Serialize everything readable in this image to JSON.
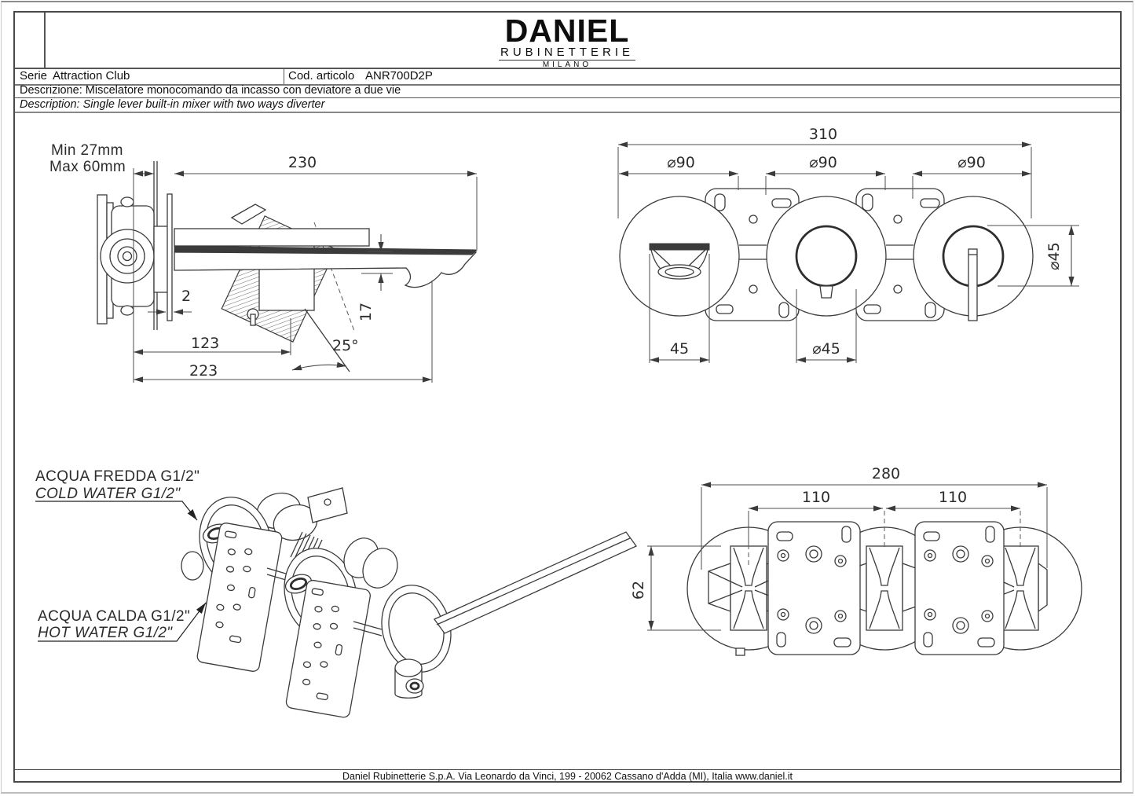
{
  "document": {
    "brand": {
      "name": "DANIEL",
      "sub": "RUBINETTERIE",
      "city": "MILANO"
    },
    "title_block": {
      "serie_label": "Serie",
      "serie_value": "Attraction Club",
      "code_label": "Cod. articolo",
      "code_value": "ANR700D2P",
      "descrizione": "Descrizione: Miscelatore monocomando da incasso con deviatore a due vie",
      "description": "Description: Single lever built-in mixer with two ways diverter"
    },
    "footer": "Daniel Rubinetterie S.p.A. Via Leonardo da Vinci, 199 - 20062 Cassano d'Adda (MI), Italia www.daniel.it"
  },
  "side_view": {
    "min_depth": "Min 27mm",
    "max_depth": "Max 60mm",
    "spout_length": "230",
    "wall_plate_thickness": "2",
    "spout_height": "17",
    "cartridge_distance": "123",
    "handle_angle": "25°",
    "outlet_distance": "223"
  },
  "front_view": {
    "overall_width": "310",
    "rosette_d_left": "⌀90",
    "rosette_d_center": "⌀90",
    "rosette_d_right": "⌀90",
    "spout_width": "45",
    "diverter_inner_d": "⌀45",
    "handle_inner_d": "⌀45"
  },
  "top_view": {
    "overall_width": "280",
    "spacing_left": "110",
    "spacing_right": "110",
    "body_depth": "62"
  },
  "iso_view": {
    "cold_it": "ACQUA FREDDA G1/2\"",
    "cold_en": "COLD WATER G1/2\"",
    "hot_it": "ACQUA CALDA G1/2\"",
    "hot_en": "HOT WATER G1/2\"",
    "cold_color": "#2d2dd0",
    "hot_color": "#e31e1e"
  },
  "colors": {
    "line": "#3b3b3b",
    "frame": "#4a4a4a"
  }
}
